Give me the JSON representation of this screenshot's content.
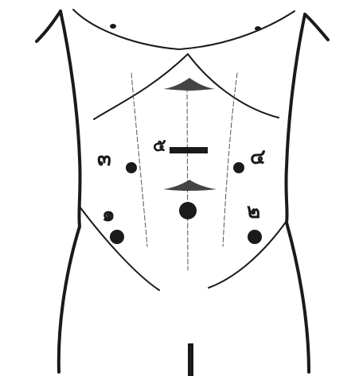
{
  "diagram": {
    "ports": [
      {
        "label": "๑"
      },
      {
        "label": "๒"
      },
      {
        "label": "๓"
      },
      {
        "label": "๔"
      }
    ],
    "camera_label": "๕",
    "colors": {
      "line": "#1a1a1a",
      "muscle": "#444444",
      "background": "#ffffff"
    }
  }
}
